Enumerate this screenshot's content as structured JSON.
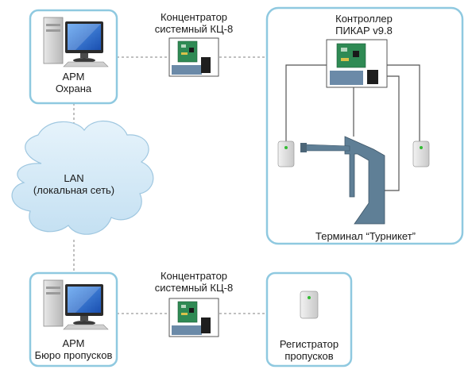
{
  "nodes": {
    "arm_guard": {
      "line1": "АРМ",
      "line2": "Охрана"
    },
    "arm_bureau": {
      "line1": "АРМ",
      "line2": "Бюро пропусков"
    },
    "lan": {
      "line1": "LAN",
      "line2": "(локальная сеть)"
    },
    "hub_top": {
      "line1": "Концентратор",
      "line2": "системный КЦ-8"
    },
    "hub_bottom": {
      "line1": "Концентратор",
      "line2": "системный КЦ-8"
    },
    "controller": {
      "line1": "Контроллер",
      "line2": "ПИКАР v9.8"
    },
    "terminal": {
      "label": "Терминал “Турникет”"
    },
    "registrar": {
      "line1": "Регистратор",
      "line2": "пропусков"
    }
  },
  "colors": {
    "frame": "#8fc9e0",
    "cloud_fill": "#d6ecf8",
    "cloud_stroke": "#9fc7e0",
    "connector": "#808080",
    "wire": "#555555",
    "turnstile": "#5f7f96",
    "board": "#2f8a54",
    "monitor_screen": "#1f5fc8",
    "reader_led": "#33bb33"
  }
}
